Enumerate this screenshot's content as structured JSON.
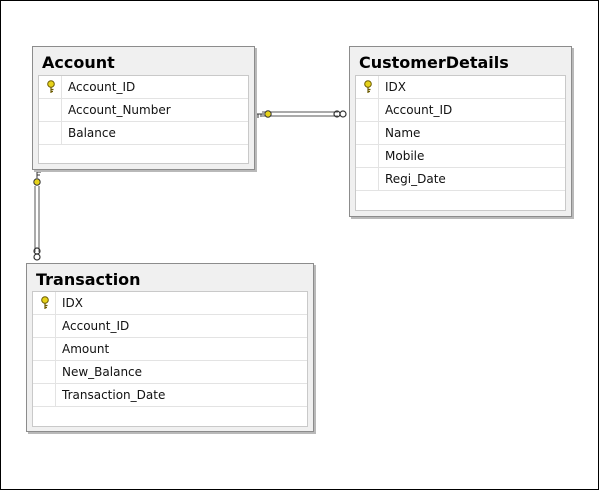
{
  "tables": [
    {
      "id": "account",
      "title": "Account",
      "columns": [
        {
          "name": "Account_ID",
          "pk": true
        },
        {
          "name": "Account_Number",
          "pk": false
        },
        {
          "name": "Balance",
          "pk": false
        }
      ]
    },
    {
      "id": "customer_details",
      "title": "CustomerDetails",
      "columns": [
        {
          "name": "IDX",
          "pk": true
        },
        {
          "name": "Account_ID",
          "pk": false
        },
        {
          "name": "Name",
          "pk": false
        },
        {
          "name": "Mobile",
          "pk": false
        },
        {
          "name": "Regi_Date",
          "pk": false
        }
      ]
    },
    {
      "id": "transaction",
      "title": "Transaction",
      "columns": [
        {
          "name": "IDX",
          "pk": true
        },
        {
          "name": "Account_ID",
          "pk": false
        },
        {
          "name": "Amount",
          "pk": false
        },
        {
          "name": "New_Balance",
          "pk": false
        },
        {
          "name": "Transaction_Date",
          "pk": false
        }
      ]
    }
  ],
  "relationships": [
    {
      "from": "Account",
      "to": "CustomerDetails",
      "one_end": "key",
      "many_end": "infinity"
    },
    {
      "from": "Account",
      "to": "Transaction",
      "one_end": "key",
      "many_end": "infinity"
    }
  ],
  "colors": {
    "key": "#e6d21a",
    "line": "#555555",
    "table_bg": "#f0f0f0"
  }
}
